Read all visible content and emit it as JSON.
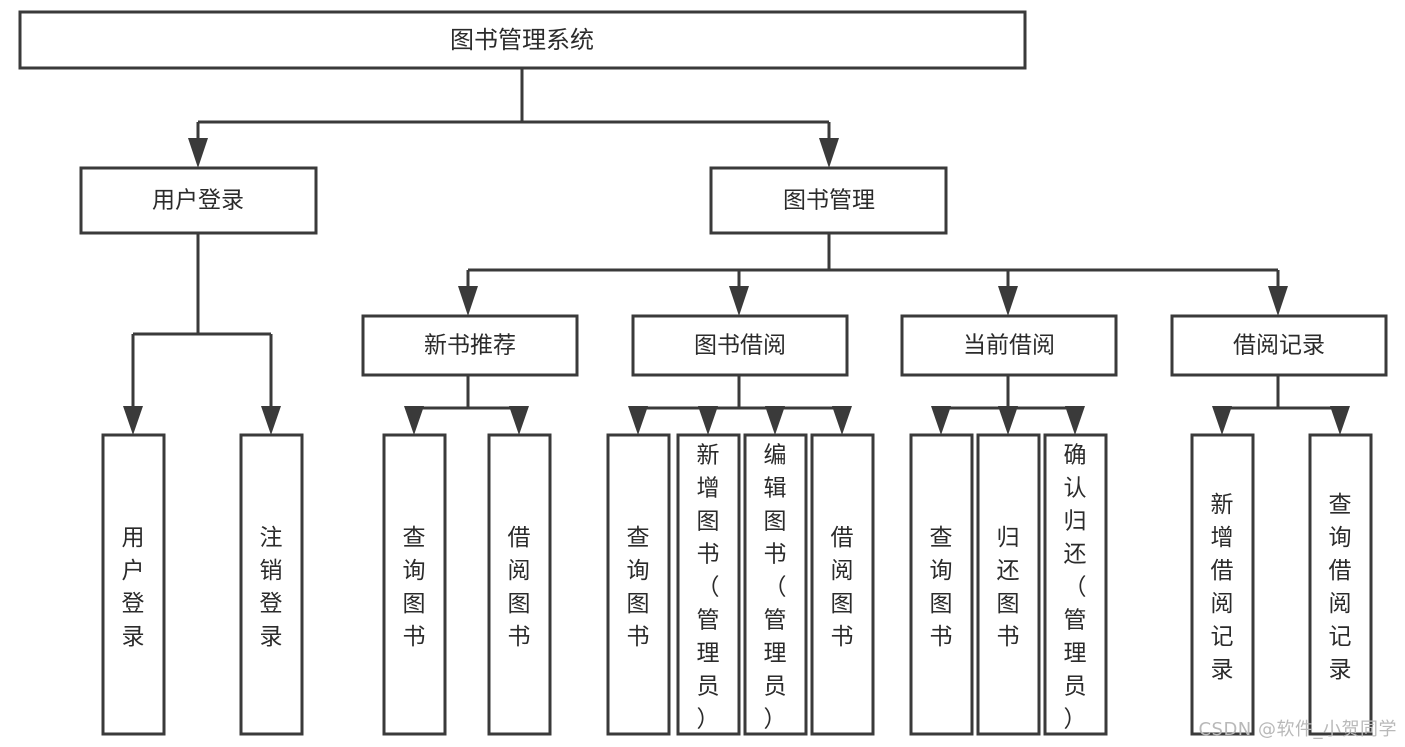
{
  "diagram": {
    "title": "图书管理系统",
    "watermark": "CSDN @软件_小贺同学",
    "colors": {
      "stroke": "#3a3a3a",
      "box_fill": "#ffffff",
      "text": "#2b2b2b",
      "background": "#ffffff",
      "watermark": "#b9b9b9"
    },
    "root": {
      "label": "图书管理系统"
    },
    "level2": [
      {
        "label": "用户登录"
      },
      {
        "label": "图书管理"
      }
    ],
    "level3": [
      {
        "label": "新书推荐"
      },
      {
        "label": "图书借阅"
      },
      {
        "label": "当前借阅"
      },
      {
        "label": "借阅记录"
      }
    ],
    "leaves": {
      "user_login": [
        {
          "label": "用户登录"
        },
        {
          "label": "注销登录"
        }
      ],
      "new_book": [
        {
          "label": "查询图书"
        },
        {
          "label": "借阅图书"
        }
      ],
      "book_borrow": [
        {
          "label": "查询图书"
        },
        {
          "label": "新增图书（管理员）"
        },
        {
          "label": "编辑图书（管理员）"
        },
        {
          "label": "借阅图书"
        }
      ],
      "current_borrow": [
        {
          "label": "查询图书"
        },
        {
          "label": "归还图书"
        },
        {
          "label": "确认归还（管理员）"
        }
      ],
      "borrow_record": [
        {
          "label": "新增借阅记录"
        },
        {
          "label": "查询借阅记录"
        }
      ]
    }
  }
}
